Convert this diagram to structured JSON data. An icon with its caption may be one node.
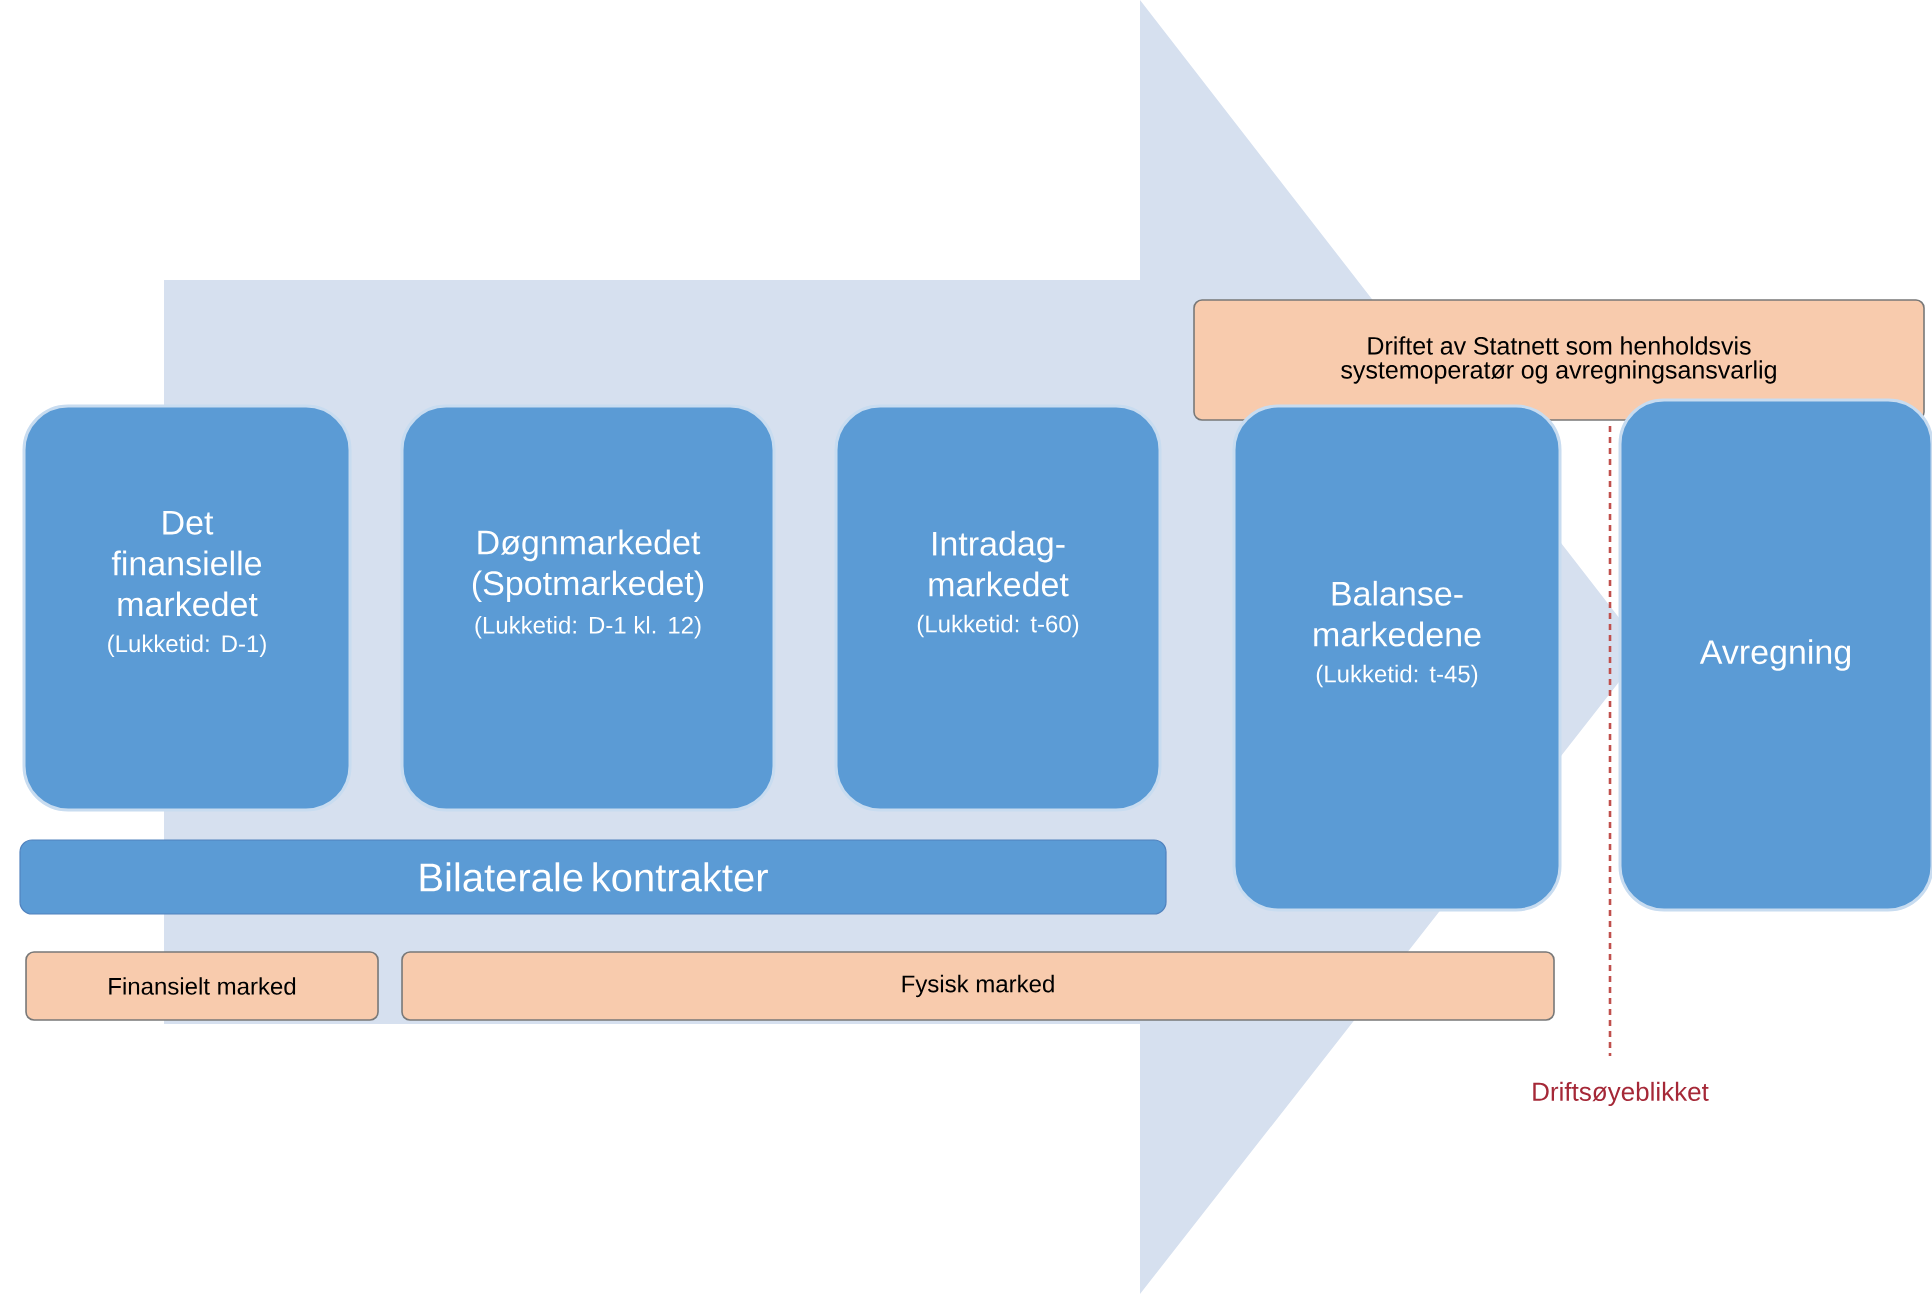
{
  "diagram": {
    "nodes": [
      {
        "text": [
          "Det finansielle markedet",
          "(Lukketid: D-1)"
        ]
      },
      {
        "text": [
          "Døgnmarkedet (Spotmarkedet)",
          "(Lukketid: D-1 kl. 12)"
        ]
      },
      {
        "text": [
          "Intradag-markedet",
          "(Lukketid: t-60)"
        ]
      },
      {
        "text": [
          "Driftet av Statnett som henholdsvis systemoperatør og avregningsansvarlig"
        ]
      },
      {
        "text": [
          "Balanse-markedene",
          "(Lukketid: t-45)"
        ]
      },
      {
        "text": [
          "Avregning"
        ]
      },
      {
        "text": [
          "Bilaterale kontrakter"
        ]
      },
      {
        "text": [
          "Finansielt marked"
        ]
      },
      {
        "text": [
          "Fysisk marked"
        ]
      }
    ],
    "edges": [
      {
        "from": 0,
        "to": 5,
        "arrow": "to",
        "style": "thick"
      }
    ],
    "labels": [
      "Driftsøyeblikket"
    ]
  }
}
